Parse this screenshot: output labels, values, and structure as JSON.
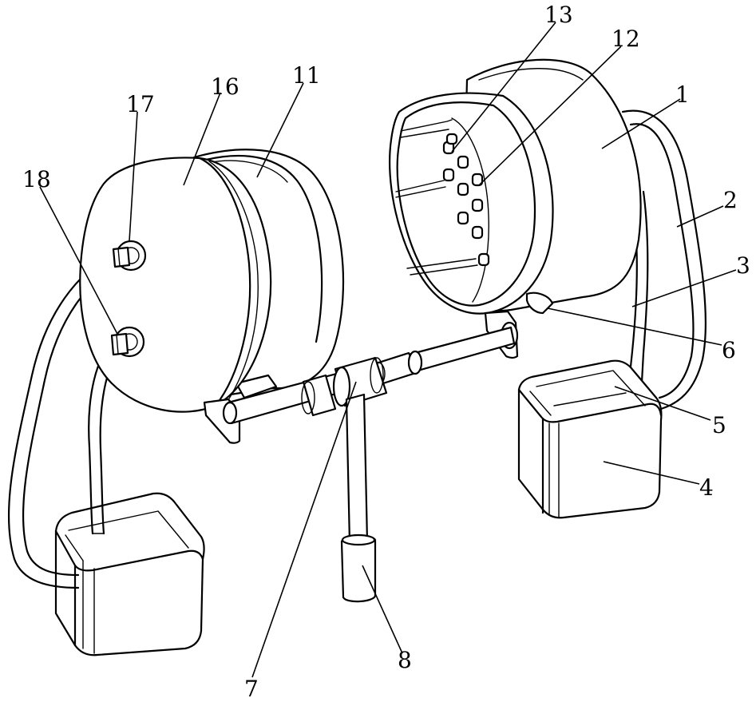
{
  "figure": {
    "callouts": [
      {
        "id": "c1",
        "text": "1"
      },
      {
        "id": "c2",
        "text": "2"
      },
      {
        "id": "c3",
        "text": "3"
      },
      {
        "id": "c4",
        "text": "4"
      },
      {
        "id": "c5",
        "text": "5"
      },
      {
        "id": "c6",
        "text": "6"
      },
      {
        "id": "c7",
        "text": "7"
      },
      {
        "id": "c8",
        "text": "8"
      },
      {
        "id": "c11",
        "text": "11"
      },
      {
        "id": "c12",
        "text": "12"
      },
      {
        "id": "c13",
        "text": "13"
      },
      {
        "id": "c16",
        "text": "16"
      },
      {
        "id": "c17",
        "text": "17"
      },
      {
        "id": "c18",
        "text": "18"
      }
    ]
  }
}
